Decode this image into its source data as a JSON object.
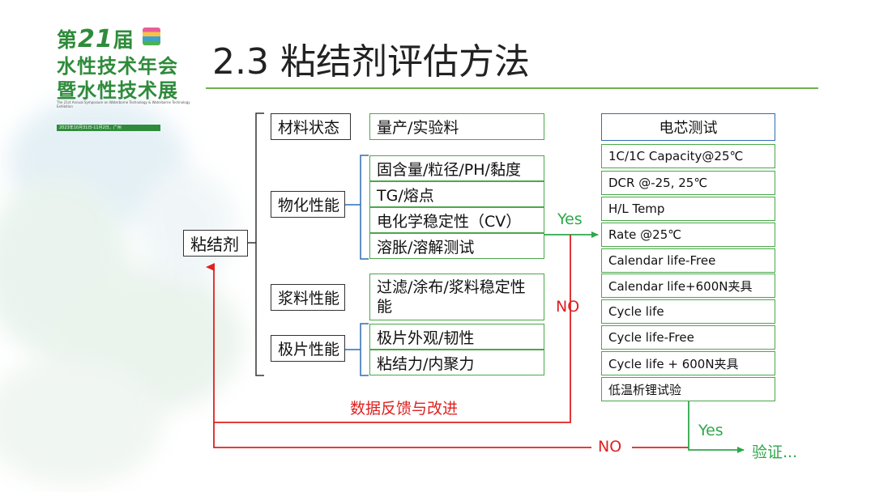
{
  "logo": {
    "line1_prefix": "第",
    "line1_number": "21",
    "line1_suffix": "届",
    "line2": "水性技术年会",
    "line3": "暨水性技术展",
    "english": "The 21st Annual Symposium on Waterborne Technology & Waterborne Technology Exhibition",
    "date": "2023年10月31日-11月2日，广州"
  },
  "slide": {
    "title": "2.3 粘结剂评估方法"
  },
  "diagram": {
    "root": "粘结剂",
    "categories": {
      "material_state": "材料状态",
      "physchem": "物化性能",
      "slurry": "浆料性能",
      "electrode": "极片性能"
    },
    "items": {
      "mass_lab": "量产/实验料",
      "solid": "固含量/粒径/PH/黏度",
      "tg": "TG/熔点",
      "echem": "电化学稳定性（CV）",
      "swell": "溶胀/溶解测试",
      "filter": "过滤/涂布/浆料稳定性能",
      "appearance": "极片外观/韧性",
      "adhesion": "粘结力/内聚力"
    },
    "cell_test": {
      "header": "电芯测试",
      "tests": [
        "1C/1C Capacity@25℃",
        "DCR @-25, 25℃",
        "H/L Temp",
        "Rate @25℃",
        "Calendar life-Free",
        "Calendar life+600N夹具",
        "Cycle life",
        "Cycle life-Free",
        "Cycle life + 600N夹具",
        "低温析锂试验"
      ]
    },
    "edges": {
      "yes1": "Yes",
      "no1": "NO",
      "feedback": "数据反馈与改进",
      "no2": "NO",
      "yes2": "Yes",
      "verify": "验证..."
    },
    "colors": {
      "green": "#2ea84a",
      "red": "#e02020",
      "blue": "#2f6db5",
      "title_rule": "#6fb24a"
    }
  }
}
